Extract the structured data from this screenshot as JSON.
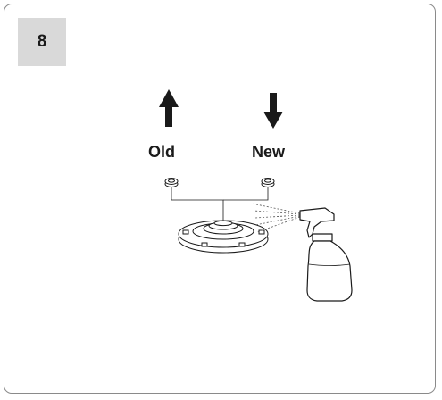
{
  "step": {
    "number": "8"
  },
  "labels": {
    "old": "Old",
    "new": "New"
  },
  "colors": {
    "step_box_bg": "#d9d9d9",
    "line": "#1a1a1a",
    "frame": "#8a8a8a"
  },
  "icons": {
    "old_direction": "arrow-up-icon",
    "new_direction": "arrow-down-icon",
    "spray": "spray-bottle-icon"
  }
}
